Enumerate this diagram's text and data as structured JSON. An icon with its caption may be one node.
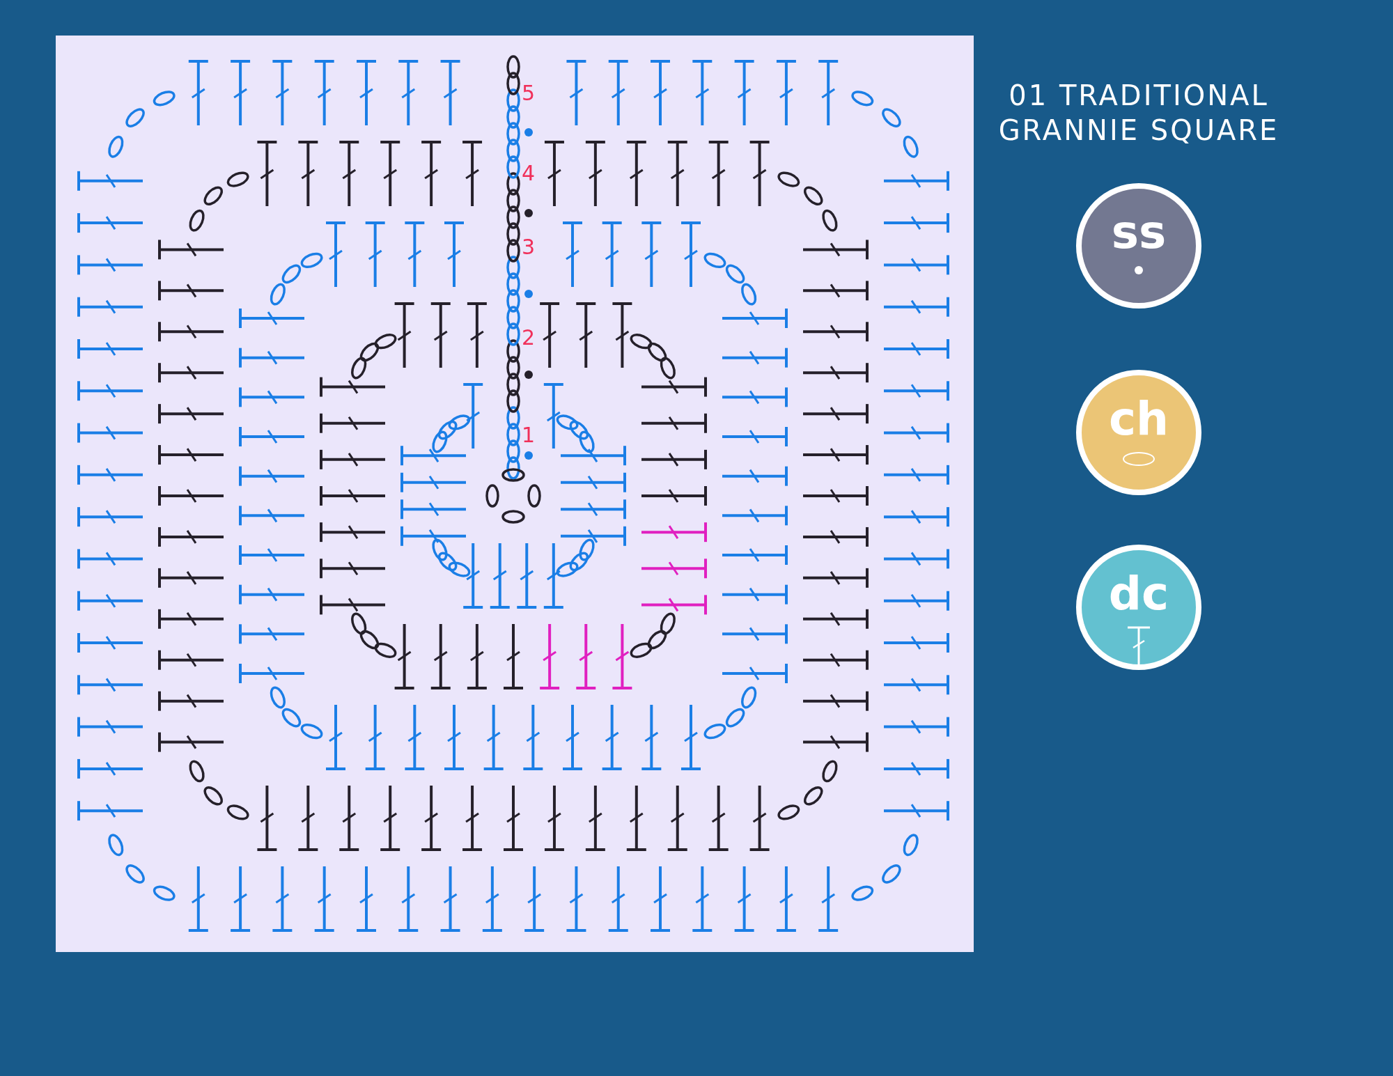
{
  "diagram": {
    "title": "01 TRADITIONAL GRANNIE SQUARE",
    "nodes": [
      {
        "text": [
          "ss"
        ]
      },
      {
        "text": [
          "ch"
        ]
      },
      {
        "text": [
          "dc"
        ]
      }
    ],
    "labels": [
      "5",
      "4",
      "3",
      "2",
      "1"
    ]
  }
}
